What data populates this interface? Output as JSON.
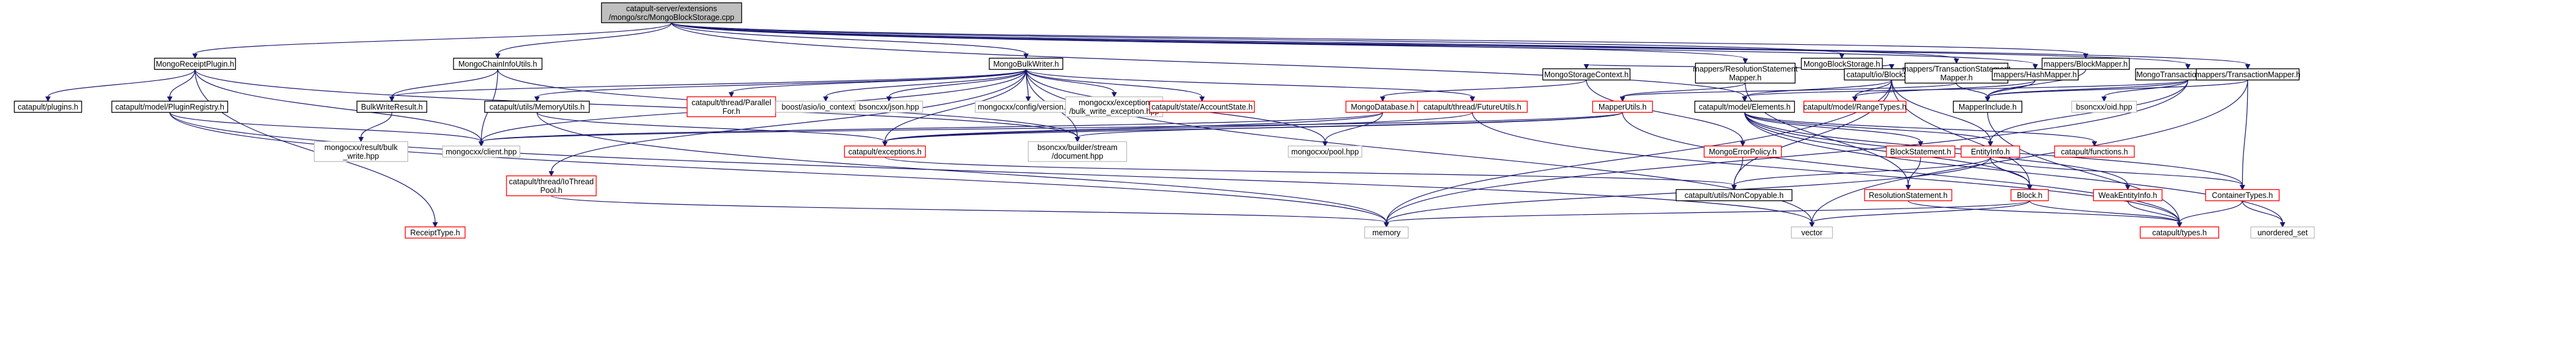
{
  "styles": {
    "root": {
      "fill": "#bfbfbf",
      "stroke": "#000000",
      "text": "#000000"
    },
    "normal": {
      "fill": "#ffffff",
      "stroke": "#000000",
      "text": "#000000"
    },
    "red": {
      "fill": "#ffffff",
      "stroke": "#ff0000",
      "text": "#ff0000"
    },
    "ext": {
      "fill": "#ffffff",
      "stroke": "#bfbfbf",
      "text": "#404040"
    },
    "edge": "#191970"
  },
  "nodes": [
    {
      "id": "root",
      "lines": [
        "catapult-server/extensions",
        "/mongo/src/MongoBlockStorage.cpp"
      ],
      "style": "root"
    },
    {
      "id": "MongoReceiptPlugin",
      "lines": [
        "MongoReceiptPlugin.h"
      ],
      "style": "normal"
    },
    {
      "id": "MongoChainInfoUtils",
      "lines": [
        "MongoChainInfoUtils.h"
      ],
      "style": "normal"
    },
    {
      "id": "MongoBulkWriter",
      "lines": [
        "MongoBulkWriter.h"
      ],
      "style": "normal"
    },
    {
      "id": "MongoBlockStorage",
      "lines": [
        "MongoBlockStorage.h"
      ],
      "style": "normal"
    },
    {
      "id": "MongoStorageContext",
      "lines": [
        "MongoStorageContext.h"
      ],
      "style": "normal"
    },
    {
      "id": "ResolutionStatementMapper",
      "lines": [
        "mappers/ResolutionStatement",
        "Mapper.h"
      ],
      "style": "normal"
    },
    {
      "id": "IoBlockStorage",
      "lines": [
        "catapult/io/BlockStorage.h"
      ],
      "style": "normal"
    },
    {
      "id": "TransactionStatementMapper",
      "lines": [
        "mappers/TransactionStatement",
        "Mapper.h"
      ],
      "style": "normal"
    },
    {
      "id": "HashMapper",
      "lines": [
        "mappers/HashMapper.h"
      ],
      "style": "normal"
    },
    {
      "id": "BlockMapper",
      "lines": [
        "mappers/BlockMapper.h"
      ],
      "style": "normal"
    },
    {
      "id": "MongoTransactionMetadata",
      "lines": [
        "MongoTransactionMetadata.h"
      ],
      "style": "normal"
    },
    {
      "id": "TransactionMapper",
      "lines": [
        "mappers/TransactionMapper.h"
      ],
      "style": "normal"
    },
    {
      "id": "PluginsH",
      "lines": [
        "catapult/plugins.h"
      ],
      "style": "normal"
    },
    {
      "id": "PluginRegistry",
      "lines": [
        "catapult/model/PluginRegistry.h"
      ],
      "style": "normal"
    },
    {
      "id": "BulkWriteResult",
      "lines": [
        "BulkWriteResult.h"
      ],
      "style": "normal"
    },
    {
      "id": "MemoryUtils",
      "lines": [
        "catapult/utils/MemoryUtils.h"
      ],
      "style": "normal"
    },
    {
      "id": "ParallelFor",
      "lines": [
        "catapult/thread/Parallel",
        "For.h"
      ],
      "style": "red"
    },
    {
      "id": "IoContext",
      "lines": [
        "boost/asio/io_context.hpp"
      ],
      "style": "ext"
    },
    {
      "id": "BsoncxxJson",
      "lines": [
        "bsoncxx/json.hpp"
      ],
      "style": "ext"
    },
    {
      "id": "ConfigVersion",
      "lines": [
        "mongocxx/config/version.hpp"
      ],
      "style": "ext"
    },
    {
      "id": "BulkWriteException",
      "lines": [
        "mongocxx/exception",
        "/bulk_write_exception.hpp"
      ],
      "style": "ext"
    },
    {
      "id": "AccountState",
      "lines": [
        "catapult/state/AccountState.h"
      ],
      "style": "red"
    },
    {
      "id": "MongoDatabase",
      "lines": [
        "MongoDatabase.h"
      ],
      "style": "red"
    },
    {
      "id": "FutureUtils",
      "lines": [
        "catapult/thread/FutureUtils.h"
      ],
      "style": "red"
    },
    {
      "id": "MapperUtils",
      "lines": [
        "MapperUtils.h"
      ],
      "style": "red"
    },
    {
      "id": "Elements",
      "lines": [
        "catapult/model/Elements.h"
      ],
      "style": "normal"
    },
    {
      "id": "RangeTypes",
      "lines": [
        "catapult/model/RangeTypes.h"
      ],
      "style": "red"
    },
    {
      "id": "MapperInclude",
      "lines": [
        "MapperInclude.h"
      ],
      "style": "normal"
    },
    {
      "id": "BsoncxxOid",
      "lines": [
        "bsoncxx/oid.hpp"
      ],
      "style": "ext"
    },
    {
      "id": "ResultBulkWrite",
      "lines": [
        "mongocxx/result/bulk",
        "_write.hpp"
      ],
      "style": "ext"
    },
    {
      "id": "MongocxxClient",
      "lines": [
        "mongocxx/client.hpp"
      ],
      "style": "ext"
    },
    {
      "id": "Exceptions",
      "lines": [
        "catapult/exceptions.h"
      ],
      "style": "red"
    },
    {
      "id": "StreamDocument",
      "lines": [
        "bsoncxx/builder/stream",
        "/document.hpp"
      ],
      "style": "ext"
    },
    {
      "id": "MongocxxPool",
      "lines": [
        "mongocxx/pool.hpp"
      ],
      "style": "ext"
    },
    {
      "id": "MongoErrorPolicy",
      "lines": [
        "MongoErrorPolicy.h"
      ],
      "style": "red"
    },
    {
      "id": "BlockStatement",
      "lines": [
        "BlockStatement.h"
      ],
      "style": "red"
    },
    {
      "id": "EntityInfo",
      "lines": [
        "EntityInfo.h"
      ],
      "style": "red"
    },
    {
      "id": "FunctionsH",
      "lines": [
        "catapult/functions.h"
      ],
      "style": "red"
    },
    {
      "id": "IoThreadPool",
      "lines": [
        "catapult/thread/IoThread",
        "Pool.h"
      ],
      "style": "red"
    },
    {
      "id": "NonCopyable",
      "lines": [
        "catapult/utils/NonCopyable.h"
      ],
      "style": "normal"
    },
    {
      "id": "ResolutionStatement",
      "lines": [
        "ResolutionStatement.h"
      ],
      "style": "red"
    },
    {
      "id": "Block",
      "lines": [
        "Block.h"
      ],
      "style": "red"
    },
    {
      "id": "WeakEntityInfo",
      "lines": [
        "WeakEntityInfo.h"
      ],
      "style": "red"
    },
    {
      "id": "ContainerTypes",
      "lines": [
        "ContainerTypes.h"
      ],
      "style": "red"
    },
    {
      "id": "ReceiptType",
      "lines": [
        "ReceiptType.h"
      ],
      "style": "red"
    },
    {
      "id": "Memory",
      "lines": [
        "memory"
      ],
      "style": "ext"
    },
    {
      "id": "Vector",
      "lines": [
        "vector"
      ],
      "style": "ext"
    },
    {
      "id": "Types",
      "lines": [
        "catapult/types.h"
      ],
      "style": "red"
    },
    {
      "id": "UnorderedSet",
      "lines": [
        "unordered_set"
      ],
      "style": "ext"
    }
  ],
  "edges": [
    [
      "root",
      "MongoReceiptPlugin"
    ],
    [
      "root",
      "MongoChainInfoUtils"
    ],
    [
      "root",
      "MongoBulkWriter"
    ],
    [
      "root",
      "MongoBlockStorage"
    ],
    [
      "root",
      "ResolutionStatementMapper"
    ],
    [
      "root",
      "TransactionStatementMapper"
    ],
    [
      "root",
      "HashMapper"
    ],
    [
      "root",
      "BlockMapper"
    ],
    [
      "root",
      "MongoTransactionMetadata"
    ],
    [
      "root",
      "TransactionMapper"
    ],
    [
      "root",
      "Elements"
    ],
    [
      "MongoReceiptPlugin",
      "PluginsH"
    ],
    [
      "MongoReceiptPlugin",
      "PluginRegistry"
    ],
    [
      "MongoReceiptPlugin",
      "MongocxxClient"
    ],
    [
      "MongoReceiptPlugin",
      "StreamDocument"
    ],
    [
      "MongoReceiptPlugin",
      "ReceiptType"
    ],
    [
      "PluginRegistry",
      "MongocxxClient"
    ],
    [
      "PluginRegistry",
      "Memory"
    ],
    [
      "PluginRegistry",
      "Vector"
    ],
    [
      "MongoChainInfoUtils",
      "BulkWriteResult"
    ],
    [
      "MongoChainInfoUtils",
      "MongocxxClient"
    ],
    [
      "MongoChainInfoUtils",
      "StreamDocument"
    ],
    [
      "MongoBulkWriter",
      "BulkWriteResult"
    ],
    [
      "MongoBulkWriter",
      "MemoryUtils"
    ],
    [
      "MongoBulkWriter",
      "ParallelFor"
    ],
    [
      "MongoBulkWriter",
      "IoContext"
    ],
    [
      "MongoBulkWriter",
      "BsoncxxJson"
    ],
    [
      "MongoBulkWriter",
      "ConfigVersion"
    ],
    [
      "MongoBulkWriter",
      "BulkWriteException"
    ],
    [
      "MongoBulkWriter",
      "AccountState"
    ],
    [
      "MongoBulkWriter",
      "FutureUtils"
    ],
    [
      "MongoBulkWriter",
      "MongocxxClient"
    ],
    [
      "MongoBulkWriter",
      "MongocxxPool"
    ],
    [
      "MongoBulkWriter",
      "StreamDocument"
    ],
    [
      "MongoBulkWriter",
      "Exceptions"
    ],
    [
      "MongoBulkWriter",
      "IoThreadPool"
    ],
    [
      "MongoBulkWriter",
      "Vector"
    ],
    [
      "BulkWriteResult",
      "ResultBulkWrite"
    ],
    [
      "MemoryUtils",
      "Exceptions"
    ],
    [
      "MemoryUtils",
      "Memory"
    ],
    [
      "IoThreadPool",
      "Memory"
    ],
    [
      "FutureUtils",
      "Exceptions"
    ],
    [
      "FutureUtils",
      "Types"
    ],
    [
      "MongoBlockStorage",
      "MongoStorageContext"
    ],
    [
      "MongoBlockStorage",
      "IoBlockStorage"
    ],
    [
      "MongoStorageContext",
      "MongoDatabase"
    ],
    [
      "MongoStorageContext",
      "MongoErrorPolicy"
    ],
    [
      "MongoDatabase",
      "MongocxxClient"
    ],
    [
      "MongoDatabase",
      "MongocxxPool"
    ],
    [
      "MongoDatabase",
      "Exceptions"
    ],
    [
      "MongoErrorPolicy",
      "NonCopyable"
    ],
    [
      "Exceptions",
      "NonCopyable"
    ],
    [
      "ResolutionStatementMapper",
      "MapperUtils"
    ],
    [
      "ResolutionStatementMapper",
      "ResolutionStatement"
    ],
    [
      "TransactionStatementMapper",
      "MapperUtils"
    ],
    [
      "TransactionStatementMapper",
      "MapperInclude"
    ],
    [
      "HashMapper",
      "MapperInclude"
    ],
    [
      "HashMapper",
      "RangeTypes"
    ],
    [
      "BlockMapper",
      "MapperInclude"
    ],
    [
      "IoBlockStorage",
      "Elements"
    ],
    [
      "IoBlockStorage",
      "RangeTypes"
    ],
    [
      "IoBlockStorage",
      "NonCopyable"
    ],
    [
      "IoBlockStorage",
      "Memory"
    ],
    [
      "IoBlockStorage",
      "EntityInfo"
    ],
    [
      "IoBlockStorage",
      "Block"
    ],
    [
      "MongoTransactionMetadata",
      "MapperInclude"
    ],
    [
      "MongoTransactionMetadata",
      "BsoncxxOid"
    ],
    [
      "MongoTransactionMetadata",
      "EntityInfo"
    ],
    [
      "MongoTransactionMetadata",
      "Memory"
    ],
    [
      "MongoTransactionMetadata",
      "Elements"
    ],
    [
      "TransactionMapper",
      "MapperInclude"
    ],
    [
      "TransactionMapper",
      "ContainerTypes"
    ],
    [
      "TransactionMapper",
      "Vector"
    ],
    [
      "MapperUtils",
      "MongocxxClient"
    ],
    [
      "MapperUtils",
      "StreamDocument"
    ],
    [
      "MapperUtils",
      "Exceptions"
    ],
    [
      "MapperUtils",
      "Types"
    ],
    [
      "MapperInclude",
      "Types"
    ],
    [
      "Elements",
      "BlockStatement"
    ],
    [
      "Elements",
      "EntityInfo"
    ],
    [
      "Elements",
      "FunctionsH"
    ],
    [
      "Elements",
      "WeakEntityInfo"
    ],
    [
      "Elements",
      "ContainerTypes"
    ],
    [
      "Elements",
      "Block"
    ],
    [
      "Elements",
      "UnorderedSet"
    ],
    [
      "BlockStatement",
      "ResolutionStatement"
    ],
    [
      "EntityInfo",
      "Block"
    ],
    [
      "EntityInfo",
      "NonCopyable"
    ],
    [
      "EntityInfo",
      "Memory"
    ],
    [
      "EntityInfo",
      "ContainerTypes"
    ],
    [
      "ResolutionStatement",
      "Types"
    ],
    [
      "Block",
      "Types"
    ],
    [
      "Block",
      "Memory"
    ],
    [
      "Block",
      "Vector"
    ],
    [
      "ContainerTypes",
      "Types"
    ],
    [
      "ContainerTypes",
      "UnorderedSet"
    ],
    [
      "WeakEntityInfo",
      "Types"
    ]
  ]
}
